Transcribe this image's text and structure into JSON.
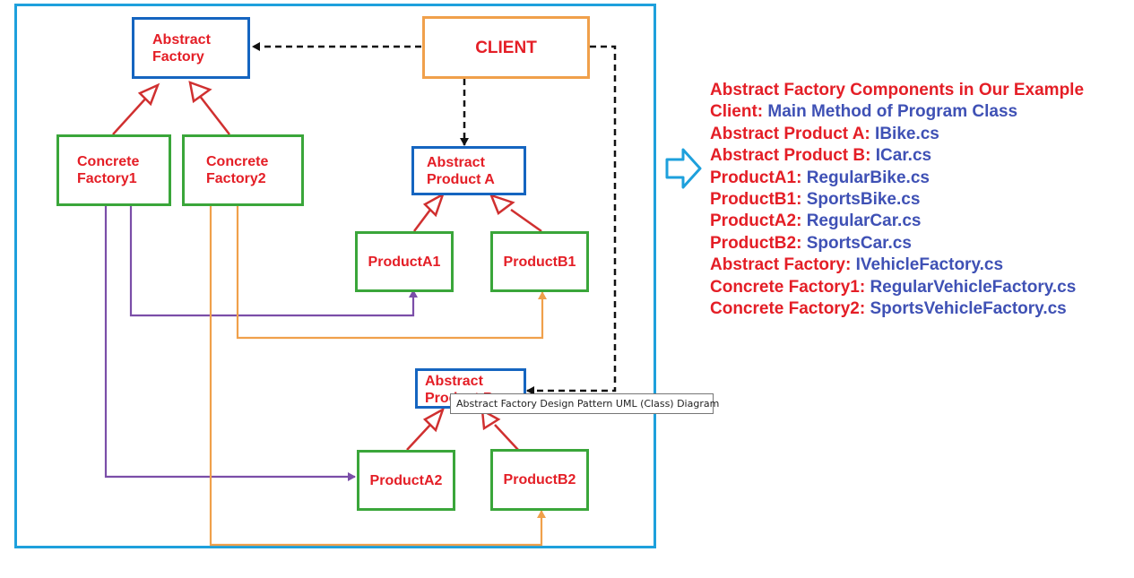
{
  "diagram": {
    "abstract_factory": [
      "Abstract",
      "Factory"
    ],
    "client": "CLIENT",
    "concrete_factory1": [
      "Concrete",
      "Factory1"
    ],
    "concrete_factory2": [
      "Concrete",
      "Factory2"
    ],
    "abstract_product_a": [
      "Abstract",
      "Product A"
    ],
    "product_a1": "ProductA1",
    "product_b1": "ProductB1",
    "abstract_product_b_partial": [
      "Abstract",
      "Product B"
    ],
    "product_a2": "ProductA2",
    "product_b2": "ProductB2"
  },
  "colors": {
    "frame": "#1ea0dc",
    "abstract_border": "#1565c0",
    "concrete_border": "#3aa63a",
    "client_border": "#f0a04b",
    "label_red": "#e41e26",
    "value_blue": "#3f51b5",
    "purple_line": "#7b4ea8",
    "orange_line": "#f0a04b",
    "inherit_line": "#d03030"
  },
  "legend": {
    "title": "Abstract Factory Components in Our Example",
    "items": [
      {
        "key": "Client:",
        "value": "Main Method of Program Class"
      },
      {
        "key": "Abstract Product A:",
        "value": "IBike.cs"
      },
      {
        "key": "Abstract Product B:",
        "value": "ICar.cs"
      },
      {
        "key": "ProductA1:",
        "value": "RegularBike.cs"
      },
      {
        "key": "ProductB1:",
        "value": "SportsBike.cs"
      },
      {
        "key": "ProductA2:",
        "value": "RegularCar.cs"
      },
      {
        "key": "ProductB2:",
        "value": "SportsCar.cs"
      },
      {
        "key": "Abstract Factory:",
        "value": "IVehicleFactory.cs"
      },
      {
        "key": "Concrete Factory1:",
        "value": "RegularVehicleFactory.cs"
      },
      {
        "key": "Concrete Factory2:",
        "value": "SportsVehicleFactory.cs"
      }
    ]
  },
  "tooltip": "Abstract Factory Design Pattern UML (Class) Diagram",
  "arrow_icon": "right-arrow-icon"
}
